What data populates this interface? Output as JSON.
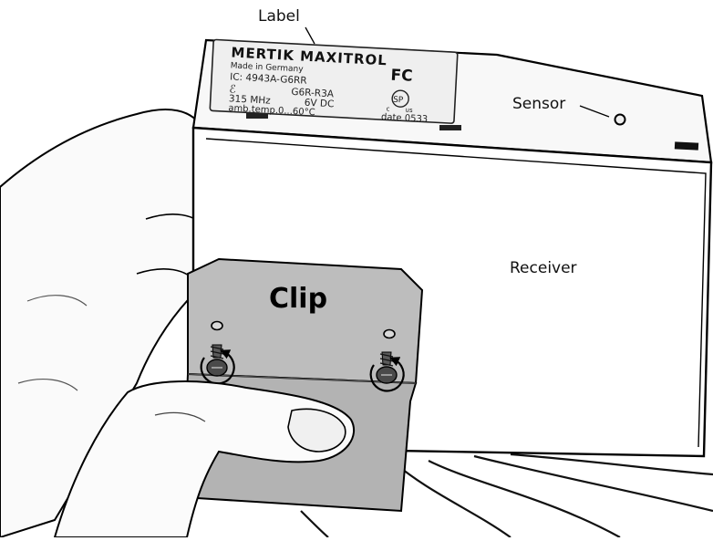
{
  "callouts": {
    "label": "Label",
    "sensor": "Sensor",
    "receiver": "Receiver",
    "clip": "Clip"
  },
  "plate": {
    "brand": "MERTIK MAXITROL",
    "origin": "Made in Germany",
    "ic": "IC: 4943A-G6RR",
    "model": "G6R-R3A",
    "frequency": "315 MHz",
    "voltage": "6V DC",
    "temperature": "amb.temp.0...60°C",
    "fcc_mark": "FC",
    "csa_mark": "SP",
    "csa_c": "c",
    "csa_us": "us",
    "date": "date 0533"
  }
}
